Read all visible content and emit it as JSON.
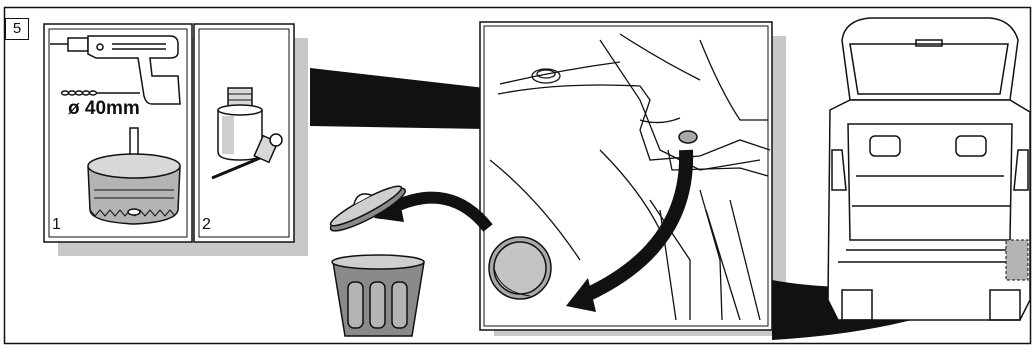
{
  "step_number": "5",
  "tools_panel": {
    "panel_1_number": "1",
    "panel_2_number": "2",
    "drill_diameter": "ø 40mm"
  },
  "icons": {
    "drill": "power-drill-icon",
    "hole_saw": "hole-saw-icon",
    "adapter": "sealant-bottle-icon",
    "trash": "trash-can-icon",
    "plug": "rubber-plug-icon",
    "car": "suv-rear-open-tailgate-icon"
  },
  "colors": {
    "line": "#111111",
    "shadow": "#c8c8c8",
    "plug_fill": "#a8a8a8",
    "trash_fill": "#8a8a8a"
  }
}
